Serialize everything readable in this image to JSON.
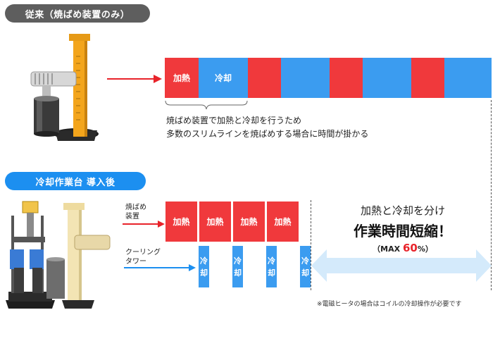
{
  "before": {
    "title": "従来（焼ばめ装置のみ）",
    "bar": [
      "加熱",
      "冷却",
      "",
      "",
      "",
      "",
      "",
      ""
    ],
    "caption_line1": "焼ばめ装置で加熱と冷却を行うため",
    "caption_line2": "多数のスリムラインを焼ばめする場合に時間が掛かる"
  },
  "after": {
    "title": "冷却作業台 導入後",
    "heater_label_line1": "焼ばめ",
    "heater_label_line2": "装置",
    "cooling_label_line1": "クーリング",
    "cooling_label_line2": "タワー",
    "heat_blocks": [
      "加熱",
      "加熱",
      "加熱",
      "加熱"
    ],
    "cool_block_char1": "冷",
    "cool_block_char2": "却",
    "benefit_line1": "加熱と冷却を分け",
    "benefit_line2": "作業時間短縮！",
    "max_prefix": "（MAX ",
    "max_value": "60",
    "max_suffix": "%）",
    "note": "※電磁ヒータの場合はコイルの冷却操作が必要です"
  },
  "colors": {
    "heat": "#f0393c",
    "cool": "#3b9cf0",
    "arrow": "#e8232a",
    "cool_arrow": "#1c8ff0",
    "pill_before": "#5e5e5e",
    "pill_after": "#1c8ff0",
    "highlight": "#e8232a"
  }
}
